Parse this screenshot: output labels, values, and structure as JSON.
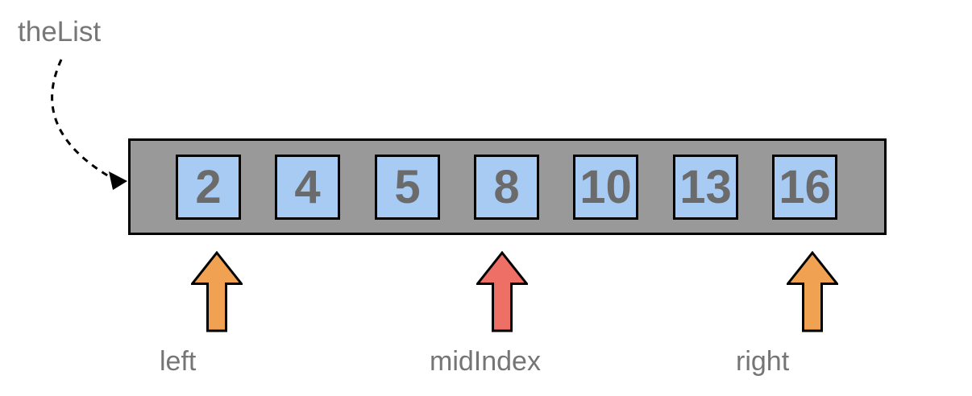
{
  "title": {
    "label": "theList"
  },
  "list": {
    "name": "theList",
    "values": [
      "2",
      "4",
      "5",
      "8",
      "10",
      "13",
      "16"
    ]
  },
  "pointers": [
    {
      "label": "left",
      "color": "#f0a252"
    },
    {
      "label": "midIndex",
      "color": "#ee6f66"
    },
    {
      "label": "right",
      "color": "#f0a252"
    }
  ],
  "colors": {
    "container_fill": "#999999",
    "cell_fill": "#a8cbf3",
    "cell_text": "#6b6b6b",
    "label_text": "#757575",
    "outline": "#000000",
    "background": "#ffffff"
  }
}
